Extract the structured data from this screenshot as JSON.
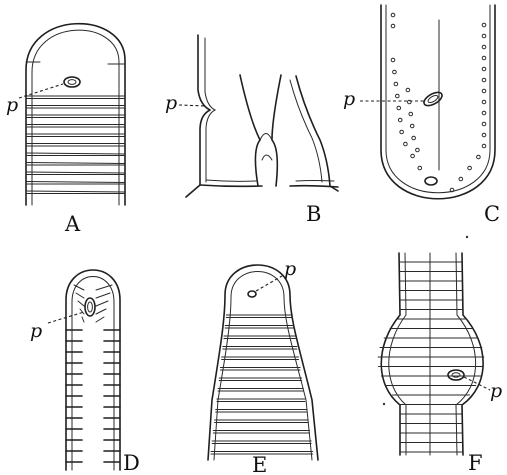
{
  "panels": [
    {
      "label": "A",
      "pore_label": "p"
    },
    {
      "label": "B",
      "pore_label": "p"
    },
    {
      "label": "C",
      "pore_label": "p"
    },
    {
      "label": "D",
      "pore_label": "p"
    },
    {
      "label": "E",
      "pore_label": "p"
    },
    {
      "label": "F",
      "pore_label": "p"
    }
  ]
}
